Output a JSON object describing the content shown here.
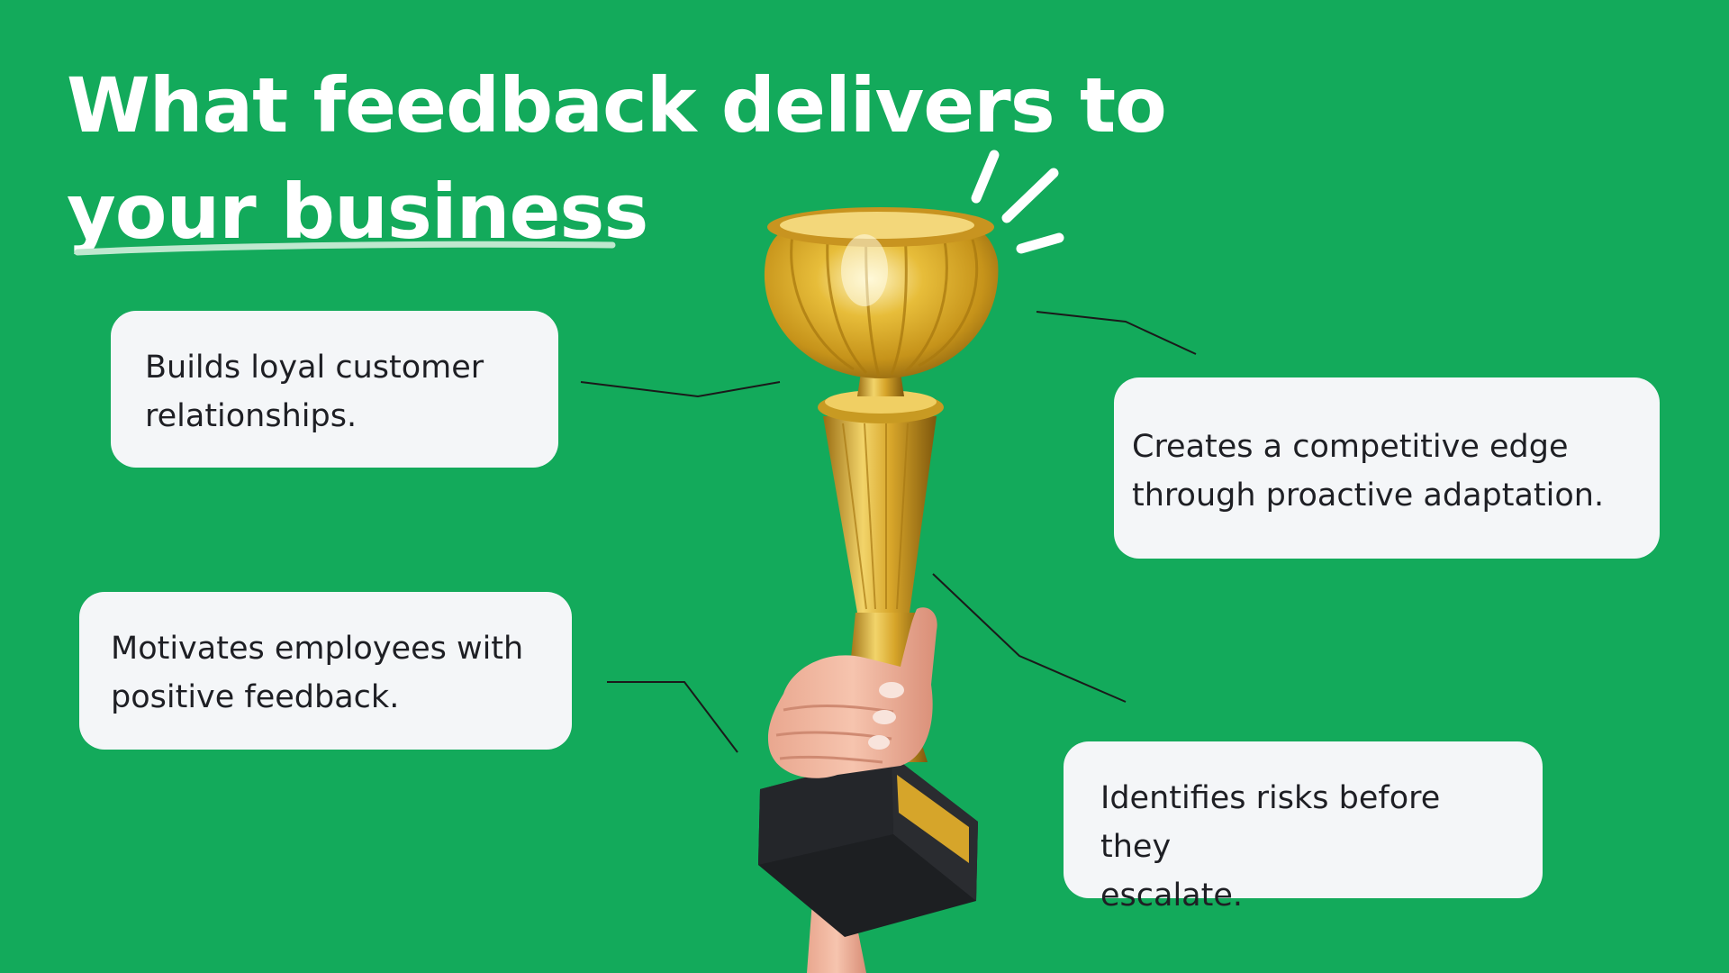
{
  "headline": {
    "line1": "What feedback delivers to",
    "line2": "your business"
  },
  "colors": {
    "background": "#13aa5b",
    "headline": "#ffffff",
    "card_background": "#f4f6f8",
    "card_text": "#1e1f24",
    "connector": "#1a1a1a",
    "trophy_gold": "#d9a91c",
    "trophy_base": "#1d1f22"
  },
  "cards": {
    "loyal": {
      "line1": "Builds loyal customer",
      "line2": "relationships."
    },
    "edge": {
      "line1": "Creates a competitive edge",
      "line2": "through proactive adaptation."
    },
    "motivate": {
      "line1": "Motivates employees with",
      "line2": "positive feedback."
    },
    "risks": {
      "line1": "Identifies risks before they",
      "line2": "escalate."
    }
  },
  "illustration": {
    "subject": "trophy-held-in-hand",
    "icons": [
      "sparkle-lines-icon",
      "gold-trophy-icon",
      "hand-icon"
    ]
  }
}
